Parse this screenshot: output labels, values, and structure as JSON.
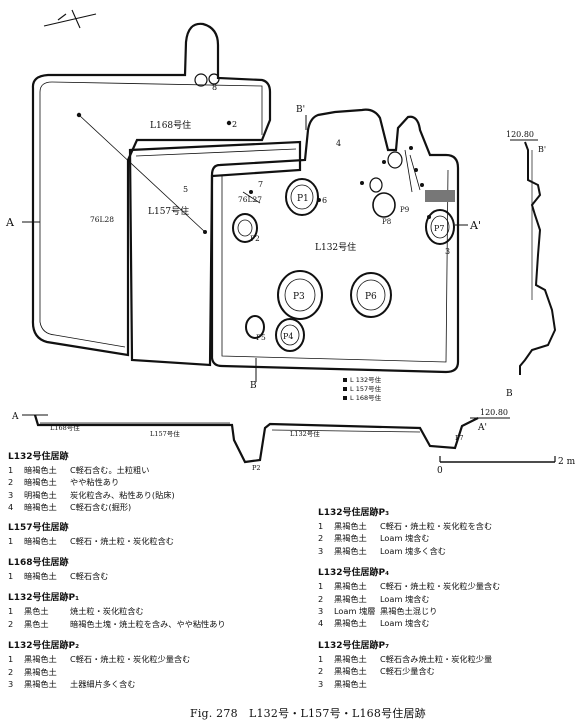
{
  "plan": {
    "labels": {
      "house_168": "L168号住",
      "house_157": "L157号住",
      "house_132": "L132号住",
      "point_761_28": "76L28",
      "point_76_l27": "76L27",
      "section_a": "A",
      "section_a_prime": "A'",
      "section_b": "B",
      "section_b_prime": "B'",
      "elev_top": "120.80",
      "elev_bottom": "120.80",
      "pits": [
        "P1",
        "P2",
        "P3",
        "P4",
        "P5",
        "P6",
        "P7",
        "P8",
        "P9"
      ],
      "numbers": [
        "1",
        "2",
        "3",
        "4",
        "5",
        "6",
        "7",
        "8"
      ],
      "profile_house_168": "L168号住",
      "profile_house_157": "L157号住",
      "profile_house_132": "L132号住",
      "profile_pit_label": "P7",
      "profile_pit_label_2": "P2"
    },
    "key": [
      "L 132号住",
      "L 157号住",
      "L 168号住"
    ],
    "scale": {
      "zero": "0",
      "end": "2 m"
    }
  },
  "legend_left": [
    {
      "title": "L132号住居跡",
      "rows": [
        {
          "n": "1",
          "soil": "暗褐色土",
          "desc": "C軽石含む。土粒粗い"
        },
        {
          "n": "2",
          "soil": "暗褐色土",
          "desc": "やや粘性あり"
        },
        {
          "n": "3",
          "soil": "明褐色土",
          "desc": "炭化粒含み、粘性あり(貼床)"
        },
        {
          "n": "4",
          "soil": "暗褐色土",
          "desc": "C軽石含む(掘形)"
        }
      ]
    },
    {
      "title": "L157号住居跡",
      "rows": [
        {
          "n": "1",
          "soil": "暗褐色土",
          "desc": "C軽石・焼土粒・炭化粒含む"
        }
      ]
    },
    {
      "title": "L168号住居跡",
      "rows": [
        {
          "n": "1",
          "soil": "暗褐色土",
          "desc": "C軽石含む"
        }
      ]
    },
    {
      "title": "L132号住居跡P₁",
      "rows": [
        {
          "n": "1",
          "soil": "黒色土",
          "desc": "焼土粒・炭化粒含む"
        },
        {
          "n": "2",
          "soil": "黒色土",
          "desc": "暗褐色土塊・焼土粒を含み、やや粘性あり"
        }
      ]
    },
    {
      "title": "L132号住居跡P₂",
      "rows": [
        {
          "n": "1",
          "soil": "黒褐色土",
          "desc": "C軽石・焼土粒・炭化粒少量含む"
        },
        {
          "n": "2",
          "soil": "黒褐色土",
          "desc": ""
        },
        {
          "n": "3",
          "soil": "黒褐色土",
          "desc": "土器細片多く含む"
        }
      ]
    }
  ],
  "legend_right": [
    {
      "title": "L132号住居跡P₃",
      "rows": [
        {
          "n": "1",
          "soil": "黒褐色土",
          "desc": "C軽石・焼土粒・炭化粒を含む"
        },
        {
          "n": "2",
          "soil": "黒褐色土",
          "desc": "Loam 塊含む"
        },
        {
          "n": "3",
          "soil": "黒褐色土",
          "desc": "Loam 塊多く含む"
        }
      ]
    },
    {
      "title": "L132号住居跡P₄",
      "rows": [
        {
          "n": "1",
          "soil": "黒褐色土",
          "desc": "C軽石・焼土粒・炭化粒少量含む"
        },
        {
          "n": "2",
          "soil": "黒褐色土",
          "desc": "Loam 塊含む"
        },
        {
          "n": "3",
          "soil": "Loam 塊層",
          "desc": "黒褐色土混じり"
        },
        {
          "n": "4",
          "soil": "黒褐色土",
          "desc": "Loam 塊含む"
        }
      ]
    },
    {
      "title": "L132号住居跡P₇",
      "rows": [
        {
          "n": "1",
          "soil": "黒褐色土",
          "desc": "C軽石含み焼土粒・炭化粒少量"
        },
        {
          "n": "2",
          "soil": "黒褐色土",
          "desc": "C軽石少量含む"
        },
        {
          "n": "3",
          "soil": "黒褐色土",
          "desc": ""
        }
      ]
    }
  ],
  "caption": "Fig. 278　L132号・L157号・L168号住居跡"
}
